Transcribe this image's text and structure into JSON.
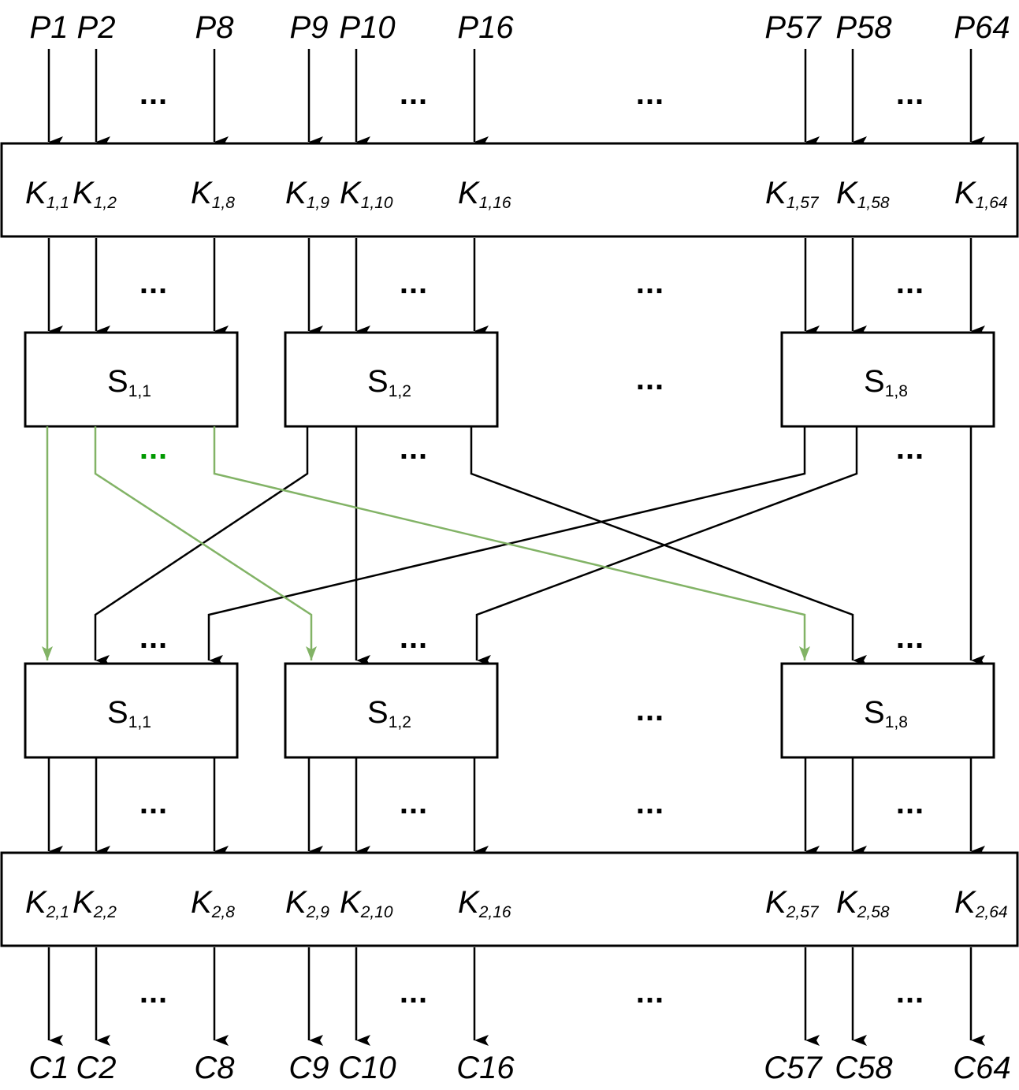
{
  "inputs": [
    "P1",
    "P2",
    "P8",
    "P9",
    "P10",
    "P16",
    "P57",
    "P58",
    "P64"
  ],
  "outputs": [
    "C1",
    "C2",
    "C8",
    "C9",
    "C10",
    "C16",
    "C57",
    "C58",
    "C64"
  ],
  "key_round_1": {
    "base": "K",
    "subscripts": [
      "1,1",
      "1,2",
      "1,8",
      "1,9",
      "1,10",
      "1,16",
      "1,57",
      "1,58",
      "1,64"
    ]
  },
  "key_round_2": {
    "base": "K",
    "subscripts": [
      "2,1",
      "2,2",
      "2,8",
      "2,9",
      "2,10",
      "2,16",
      "2,57",
      "2,58",
      "2,64"
    ]
  },
  "sbox_row_1": {
    "base": "S",
    "subscripts": [
      "1,1",
      "1,2",
      "1,8"
    ]
  },
  "sbox_row_2": {
    "base": "S",
    "subscripts": [
      "1,1",
      "1,2",
      "1,8"
    ]
  },
  "ellipsis": "...",
  "colors": {
    "line": "#000000",
    "highlight": "#82b366",
    "highlight_dots": "#009900"
  },
  "connections": [
    {
      "from": "S1,1 bit 1",
      "to": "S1,1 bit 1",
      "highlighted": true
    },
    {
      "from": "S1,1 bit 2",
      "to": "S1,2 bit 1",
      "highlighted": true
    },
    {
      "from": "S1,1 bit 8",
      "to": "S1,8 bit 1",
      "highlighted": true
    },
    {
      "from": "S1,2 bit 1",
      "to": "S1,1 bit 2",
      "highlighted": false
    },
    {
      "from": "S1,2 bit 2",
      "to": "S1,2 bit 2",
      "highlighted": false
    },
    {
      "from": "S1,2 bit 8",
      "to": "S1,8 bit 2",
      "highlighted": false
    },
    {
      "from": "S1,8 bit 1",
      "to": "S1,1 bit 8",
      "highlighted": false
    },
    {
      "from": "S1,8 bit 2",
      "to": "S1,2 bit 8",
      "highlighted": false
    },
    {
      "from": "S1,8 bit 8",
      "to": "S1,8 bit 8",
      "highlighted": false
    }
  ]
}
